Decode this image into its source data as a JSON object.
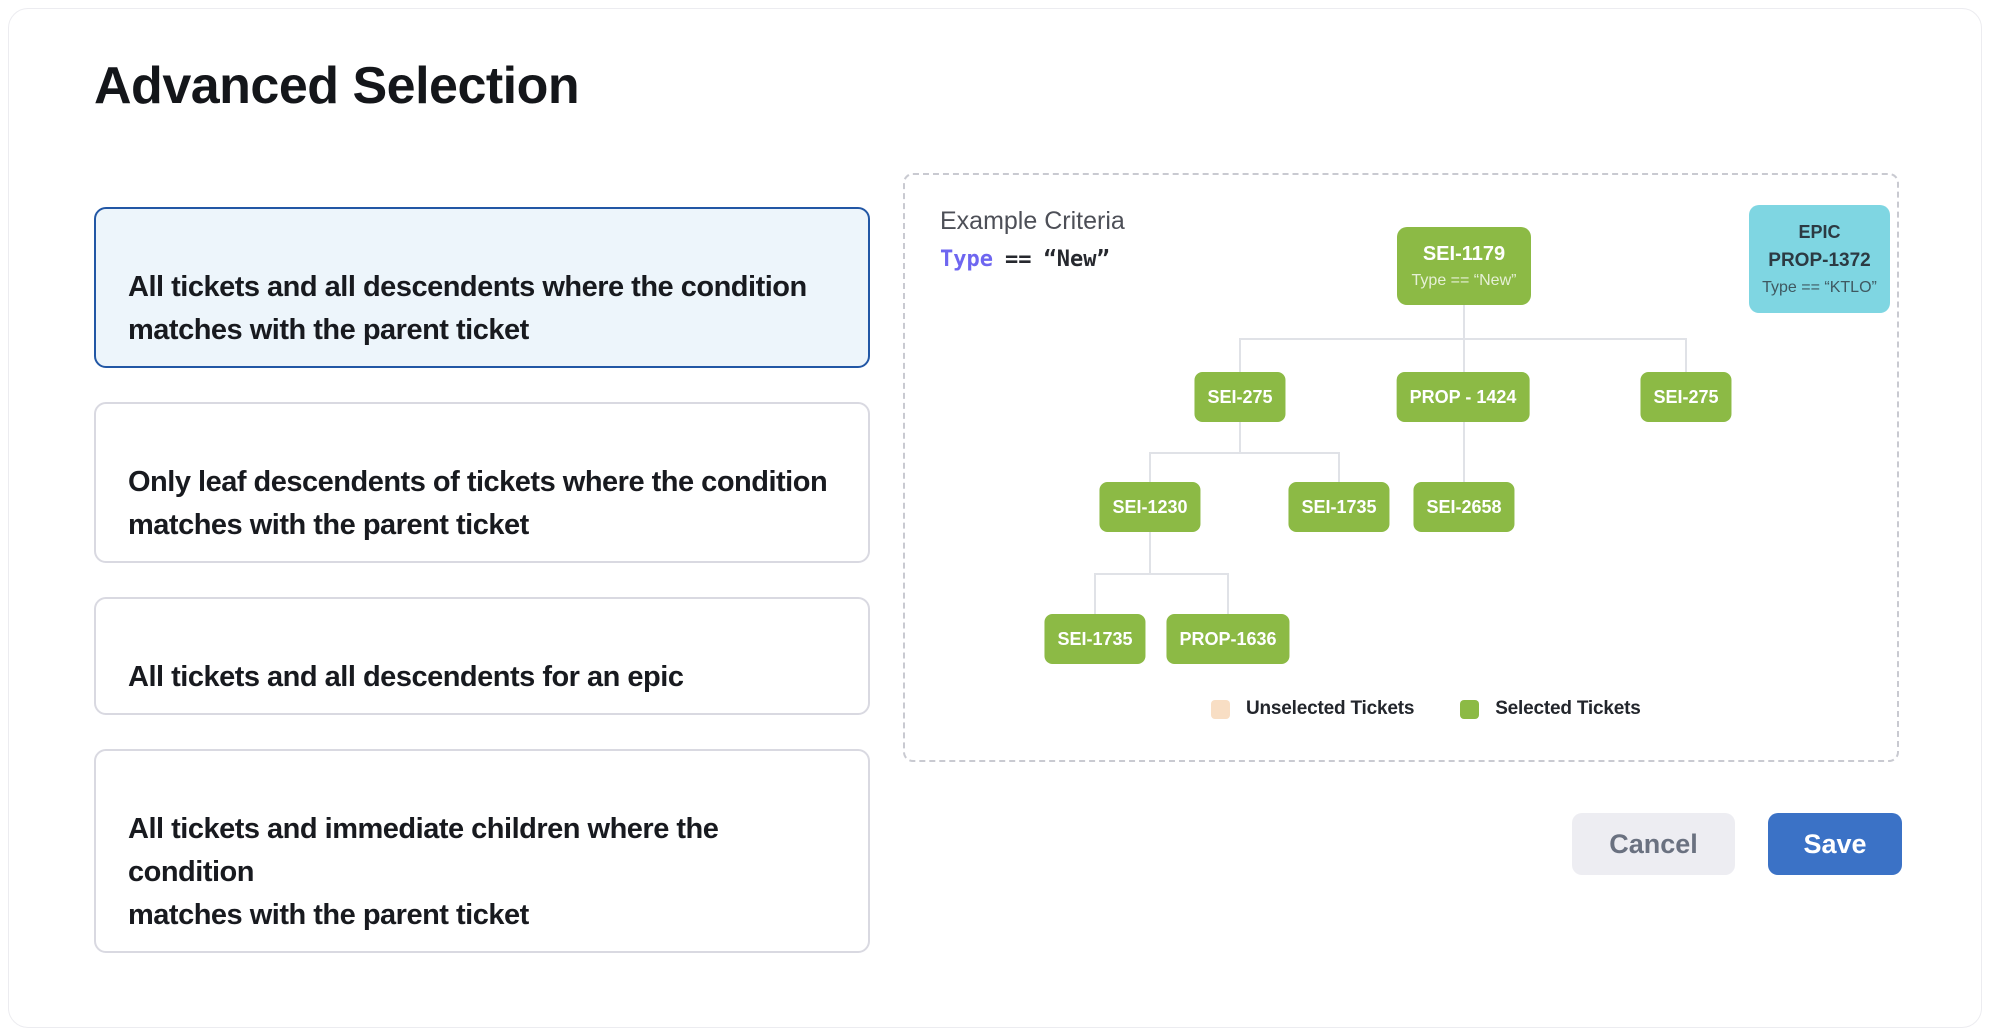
{
  "page": {
    "title": "Advanced Selection"
  },
  "options": [
    {
      "label": "All tickets and all descendents where the condition\nmatches with the parent ticket",
      "selected": true
    },
    {
      "label": "Only leaf descendents of tickets where the condition\nmatches with the parent ticket",
      "selected": false
    },
    {
      "label": "All tickets and all descendents for an epic",
      "selected": false
    },
    {
      "label": "All tickets and immediate children where the condition\nmatches with the parent ticket",
      "selected": false
    }
  ],
  "diagram": {
    "criteria_label": "Example Criteria",
    "criteria": {
      "field": "Type",
      "operator": "==",
      "value": "“New”"
    },
    "epic_badge": {
      "kind": "EPIC",
      "id": "PROP-1372",
      "condition": "Type == “KTLO”"
    },
    "nodes": {
      "root": {
        "label": "SEI-1179",
        "condition": "Type == “New”"
      },
      "n1": {
        "label": "SEI-275"
      },
      "n2": {
        "label": "PROP - 1424"
      },
      "n3": {
        "label": "SEI-275"
      },
      "n4": {
        "label": "SEI-1230"
      },
      "n5": {
        "label": "SEI-1735"
      },
      "n6": {
        "label": "SEI-2658"
      },
      "n7": {
        "label": "SEI-1735"
      },
      "n8": {
        "label": "PROP-1636"
      }
    },
    "legend": [
      {
        "label": "Unselected Tickets",
        "color": "#f8dec4"
      },
      {
        "label": "Selected Tickets",
        "color": "#8cba45"
      }
    ]
  },
  "footer": {
    "cancel_label": "Cancel",
    "save_label": "Save"
  },
  "colors": {
    "selected_node_green": "#8cba45",
    "unselected_node_peach": "#f8dec4",
    "epic_cyan": "#7fd6e2",
    "selection_border_blue": "#2257a5",
    "selection_bg_blue": "#edf5fb",
    "save_button_blue": "#3b72c6",
    "criteria_field_purple": "#6e66f0"
  }
}
